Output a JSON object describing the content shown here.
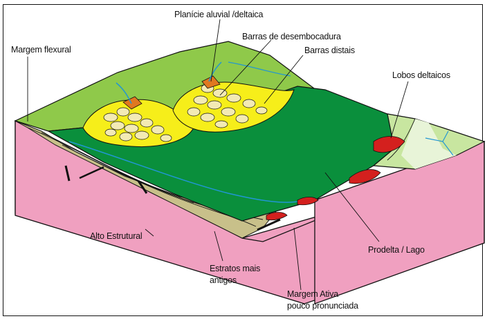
{
  "figure": {
    "labels": {
      "planicie": "Planície aluvial /deltaica",
      "barras_desembocadura": "Barras de desembocadura",
      "barras_distais": "Barras distais",
      "margem_flexural": "Margem flexural",
      "lobos_deltaicos": "Lobos deltaicos",
      "alto_estrutural": "Alto Estrutural",
      "prodelta": "Prodelta / Lago",
      "estratos_line1": "Estratos mais",
      "estratos_line2": "antigos",
      "margem_ativa_line1": "Margem Ativa",
      "margem_ativa_line2": "pouco pronunciada"
    },
    "colors": {
      "lake_green": "#0a8f3c",
      "alluvial_green": "#8fc94a",
      "delta_yellow": "#f6ee1a",
      "bar_cream": "#f3eab4",
      "block_pink": "#f0a0c0",
      "strata_olive": "#c8c08a",
      "lobe_red": "#d4201e",
      "river_blue": "#2196d3"
    }
  }
}
